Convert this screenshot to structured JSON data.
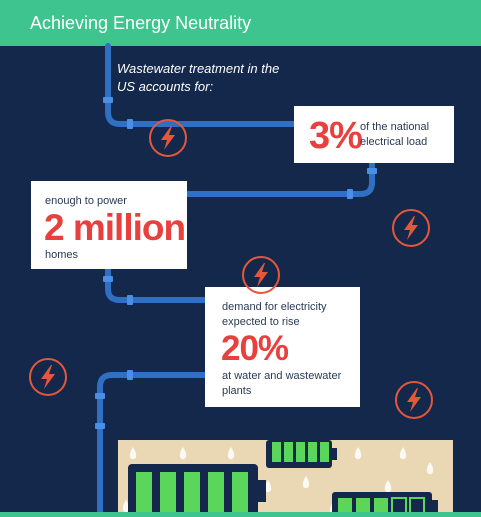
{
  "header": {
    "title": "Achieving Energy Neutrality"
  },
  "intro": {
    "text": "Wastewater treatment in the US accounts for:"
  },
  "cards": [
    {
      "stat": "3%",
      "text": "of the national electrical load"
    },
    {
      "pre": "enough to power",
      "stat": "2 million",
      "post": "homes"
    },
    {
      "pre": "demand for electricity expected to rise",
      "stat": "20%",
      "post": "at water and wastewater plants"
    }
  ],
  "icons": {
    "bolt": "lightning-bolt-icon",
    "battery": "battery-icon",
    "droplet": "water-drop-icon"
  },
  "colors": {
    "header": "#3ec48f",
    "background": "#14284b",
    "pipe": "#2f6fc4",
    "stat": "#e8403e",
    "bolt": "#e4573a",
    "battery": "#5ad65a",
    "panel": "#ead8b4"
  }
}
